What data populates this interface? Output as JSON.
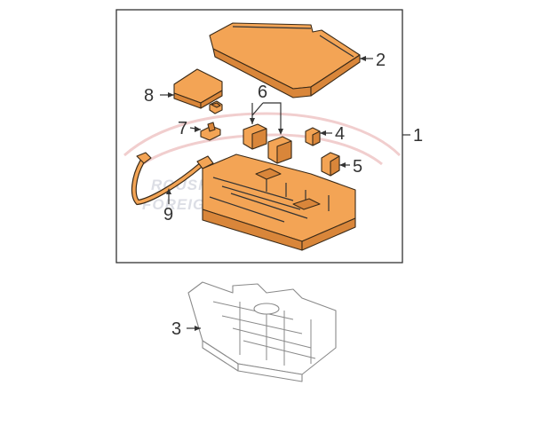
{
  "diagram": {
    "callouts": {
      "c1": "1",
      "c2": "2",
      "c3": "3",
      "c4": "4",
      "c5": "5",
      "c6": "6",
      "c7": "7",
      "c8": "8",
      "c9": "9"
    },
    "watermark": {
      "line1": "ROUSH AUTOMOTIVE",
      "line2": "FOREIGN PARTS"
    },
    "colors": {
      "part_fill": "#f3a455",
      "part_outline": "#3a2a18",
      "ghost_outline": "#8a8a8a",
      "frame": "#333333"
    }
  }
}
